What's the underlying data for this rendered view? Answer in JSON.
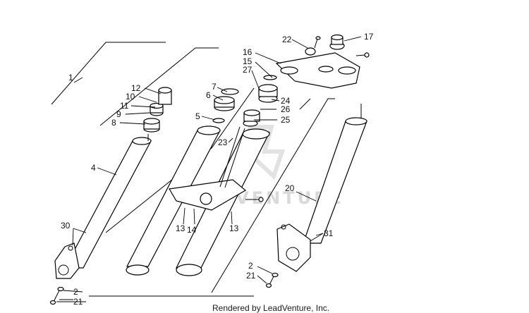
{
  "callouts": {
    "c1": "1",
    "c2a": "2",
    "c2b": "2",
    "c4": "4",
    "c5": "5",
    "c6": "6",
    "c7": "7",
    "c8": "8",
    "c9": "9",
    "c10": "10",
    "c11": "11",
    "c12": "12",
    "c13a": "13",
    "c13b": "13",
    "c14": "14",
    "c15": "15",
    "c16": "16",
    "c17": "17",
    "c20": "20",
    "c21a": "21",
    "c21b": "21",
    "c22": "22",
    "c23": "23",
    "c24": "24",
    "c25": "25",
    "c26": "26",
    "c27": "27",
    "c30": "30",
    "c31": "31"
  },
  "watermark": "LEADVENTURE",
  "footer": "Rendered by LeadVenture, Inc.",
  "colors": {
    "line": "#000000",
    "background": "#ffffff",
    "watermark": "#d9d9d9"
  }
}
